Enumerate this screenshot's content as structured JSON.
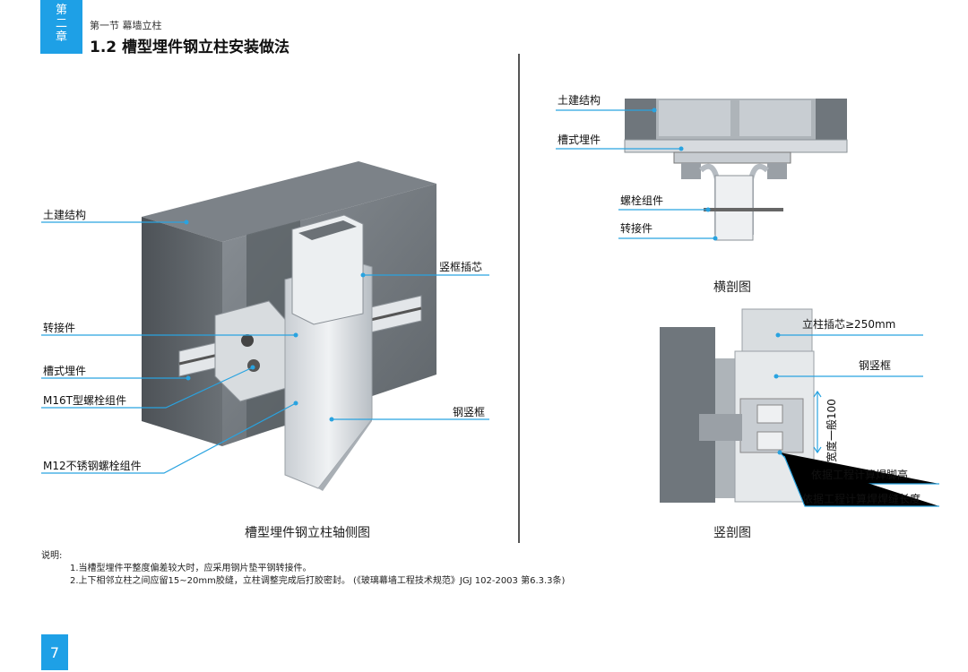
{
  "header": {
    "chapter_chars": [
      "第",
      "二",
      "章"
    ],
    "section": "第一节 幕墙立柱",
    "title": "1.2 槽型埋件钢立柱安装做法"
  },
  "iso_view": {
    "caption": "槽型埋件钢立柱轴侧图",
    "labels": {
      "structure": "土建结构",
      "adapter": "转接件",
      "channel": "槽式埋件",
      "bolt_t": "M16T型螺栓组件",
      "bolt_ss": "M12不锈钢螺栓组件",
      "core": "竖框插芯",
      "frame": "钢竖框"
    }
  },
  "cross_section": {
    "caption": "横剖图",
    "labels": {
      "structure": "土建结构",
      "channel": "槽式埋件",
      "bolt": "螺栓组件",
      "adapter": "转接件"
    }
  },
  "vertical_section": {
    "caption": "竖剖图",
    "labels": {
      "core": "立柱插芯≥250mm",
      "frame": "钢竖框",
      "width": "宽度一般100",
      "weld_height": "依据工程计算焊脚高",
      "weld_length": "依据工程计算焊焊缝长度"
    }
  },
  "notes": {
    "title": "说明:",
    "items": [
      "1.当槽型埋件平整度偏差较大时，应采用钢片垫平钢转接件。",
      "2.上下相邻立柱之间应留15~20mm胶缝，立柱调整完成后打胶密封。 (《玻璃幕墙工程技术规范》JGJ 102-2003 第6.3.3条)"
    ]
  },
  "page_number": "7",
  "colors": {
    "accent": "#1ea0e6",
    "leader": "#29a3e0",
    "concrete": "#6f767c",
    "steel": "#d6dade"
  }
}
